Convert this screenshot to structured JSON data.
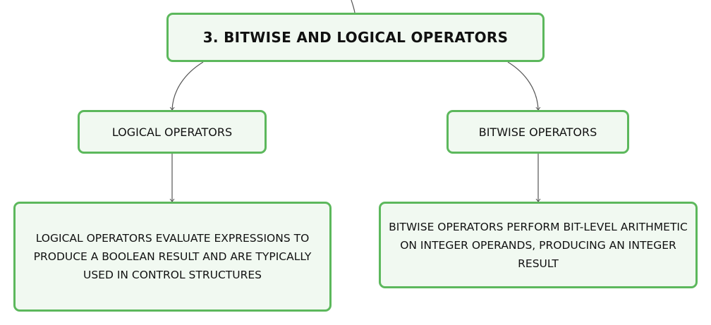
{
  "diagram": {
    "root": {
      "title": "3. BITWISE AND LOGICAL OPERATORS"
    },
    "branches": [
      {
        "label": "LOGICAL OPERATORS",
        "description": "LOGICAL OPERATORS EVALUATE EXPRESSIONS TO PRODUCE A BOOLEAN RESULT AND ARE TYPICALLY USED IN CONTROL STRUCTURES"
      },
      {
        "label": "BITWISE OPERATORS",
        "description": "BITWISE OPERATORS PERFORM BIT-LEVEL ARITHMETIC ON INTEGER OPERANDS, PRODUCING AN INTEGER RESULT"
      }
    ]
  },
  "colors": {
    "node_border": "#5cb85c",
    "node_fill": "#f1f9f1",
    "connector": "#555555",
    "text": "#111111"
  }
}
